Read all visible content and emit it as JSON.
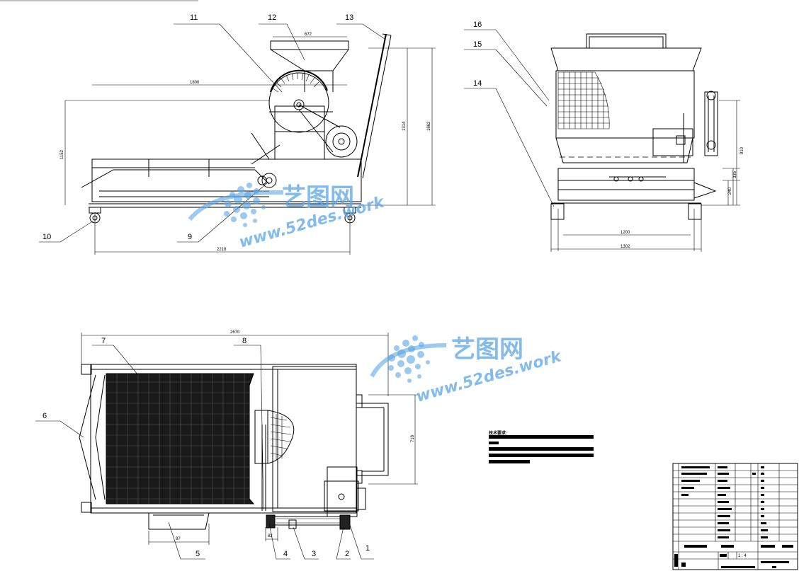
{
  "balloons": {
    "top_left": [
      {
        "num": "11"
      },
      {
        "num": "12"
      },
      {
        "num": "13"
      },
      {
        "num": "10"
      },
      {
        "num": "9"
      }
    ],
    "top_right": [
      {
        "num": "16"
      },
      {
        "num": "15"
      },
      {
        "num": "14"
      }
    ],
    "bottom": [
      {
        "num": "7"
      },
      {
        "num": "8"
      },
      {
        "num": "6"
      },
      {
        "num": "5"
      },
      {
        "num": "4"
      },
      {
        "num": "3"
      },
      {
        "num": "2"
      },
      {
        "num": "1"
      }
    ]
  },
  "dimensions": {
    "front_top": "672",
    "front_width": "1800",
    "front_height_left": "1152",
    "front_height_mid": "1314",
    "front_height_right": "1862",
    "front_base": "2218",
    "side_base_inner": "1200",
    "side_base_outer": "1302",
    "side_h1": "910",
    "side_h2": "335",
    "side_h3": "240",
    "plan_length": "2670",
    "plan_width": "718",
    "plan_hopper": "87",
    "plan_small": "82"
  },
  "watermark": {
    "brand_cn": "艺图网",
    "url": "www.52des.work"
  },
  "notes_title": "技术要求:",
  "title_block": {
    "scale": "1 : 4"
  },
  "colors": {
    "line": "#000000",
    "watermark": "#5aa6e6"
  }
}
